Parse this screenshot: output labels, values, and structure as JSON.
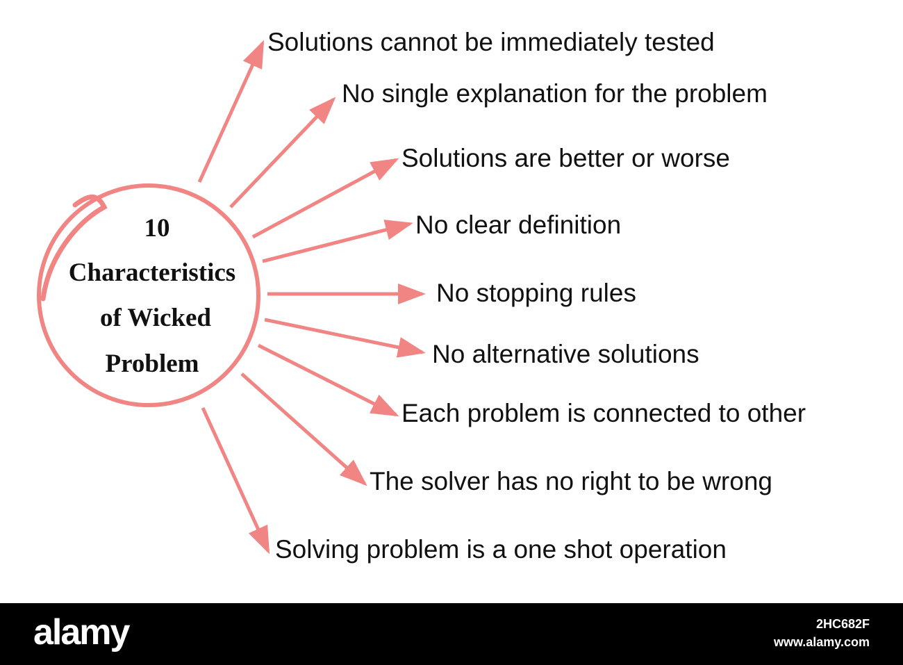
{
  "diagram": {
    "center": {
      "lines": [
        "10",
        "Characteristics",
        "of Wicked",
        "Problem"
      ]
    },
    "items": [
      "Solutions cannot be immediately tested",
      "No single explanation for the problem",
      "Solutions are better or worse",
      "No clear definition",
      "No stopping rules",
      "No alternative solutions",
      "Each problem is connected to other",
      "The solver has no right to be wrong",
      "Solving problem is a one shot operation"
    ],
    "colors": {
      "accent": "#f08583",
      "text": "#111111"
    }
  },
  "footer": {
    "logo": "alamy",
    "image_id": "2HC682F",
    "site": "www.alamy.com"
  }
}
